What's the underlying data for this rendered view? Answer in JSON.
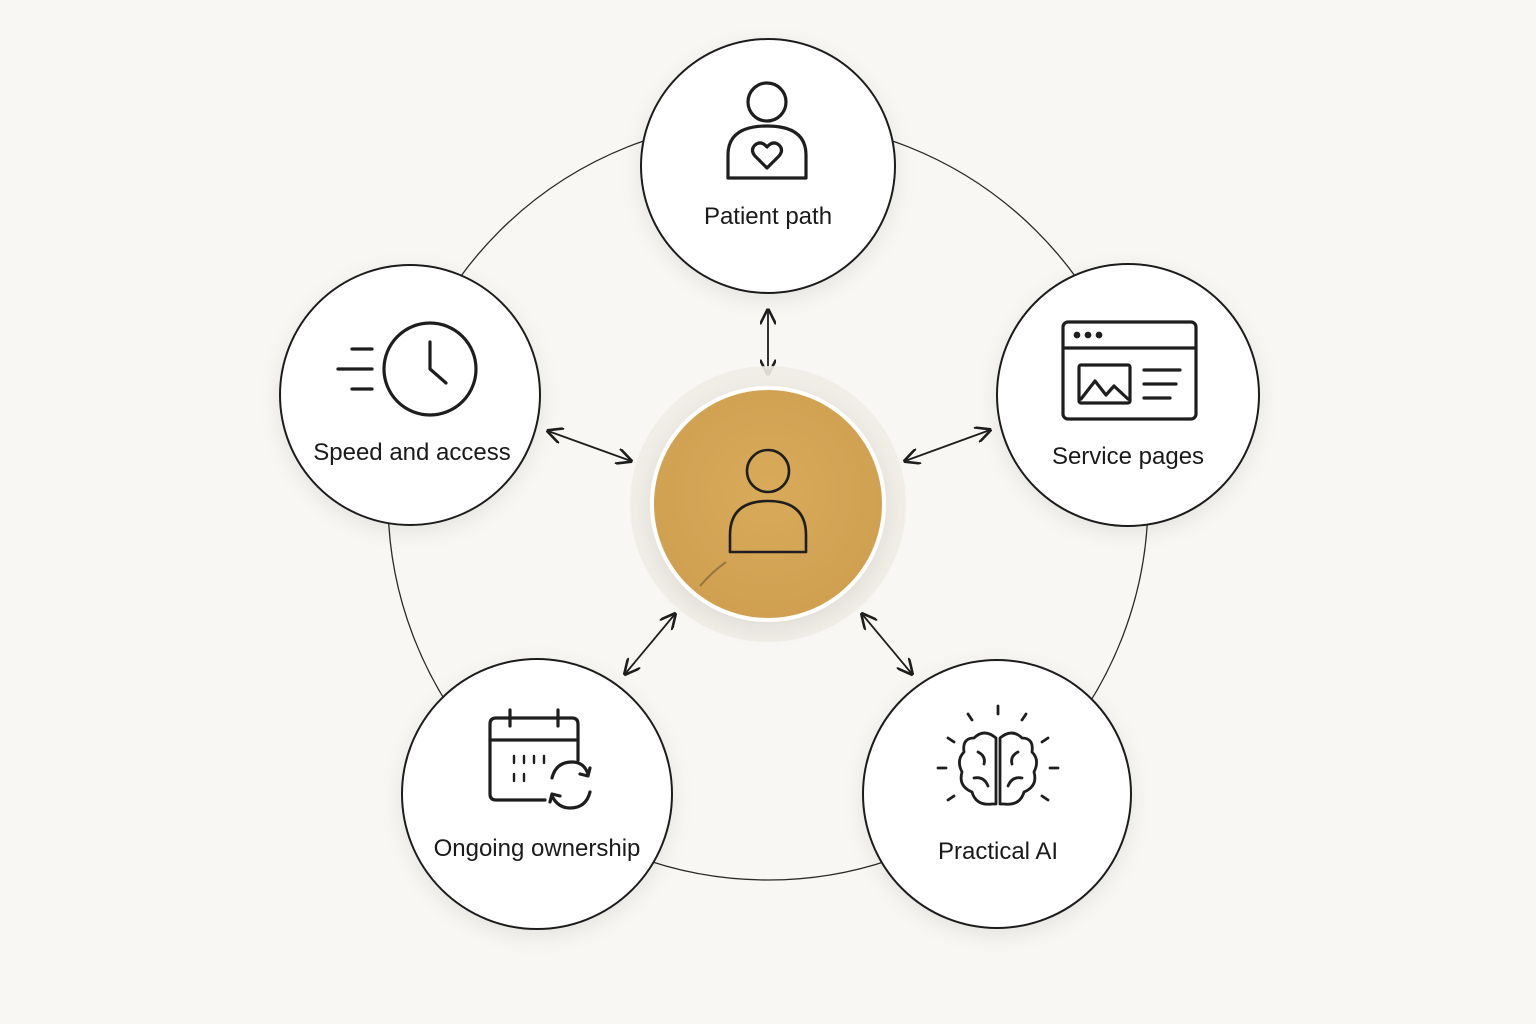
{
  "nodes": {
    "patient_path": {
      "label": "Patient path",
      "icon": "patient-heart-icon"
    },
    "service_pages": {
      "label": "Service pages",
      "icon": "browser-window-icon"
    },
    "practical_ai": {
      "label": "Practical AI",
      "icon": "brain-icon"
    },
    "ongoing_ownership": {
      "label": "Ongoing ownership",
      "icon": "calendar-refresh-icon"
    },
    "speed_access": {
      "label": "Speed and access",
      "icon": "fast-clock-icon"
    }
  },
  "hub": {
    "icon": "person-icon",
    "color": "#d4a556"
  },
  "colors": {
    "stroke": "#1e1e1e",
    "background": "#f9f7f3",
    "hub_fill": "#d4a556"
  }
}
